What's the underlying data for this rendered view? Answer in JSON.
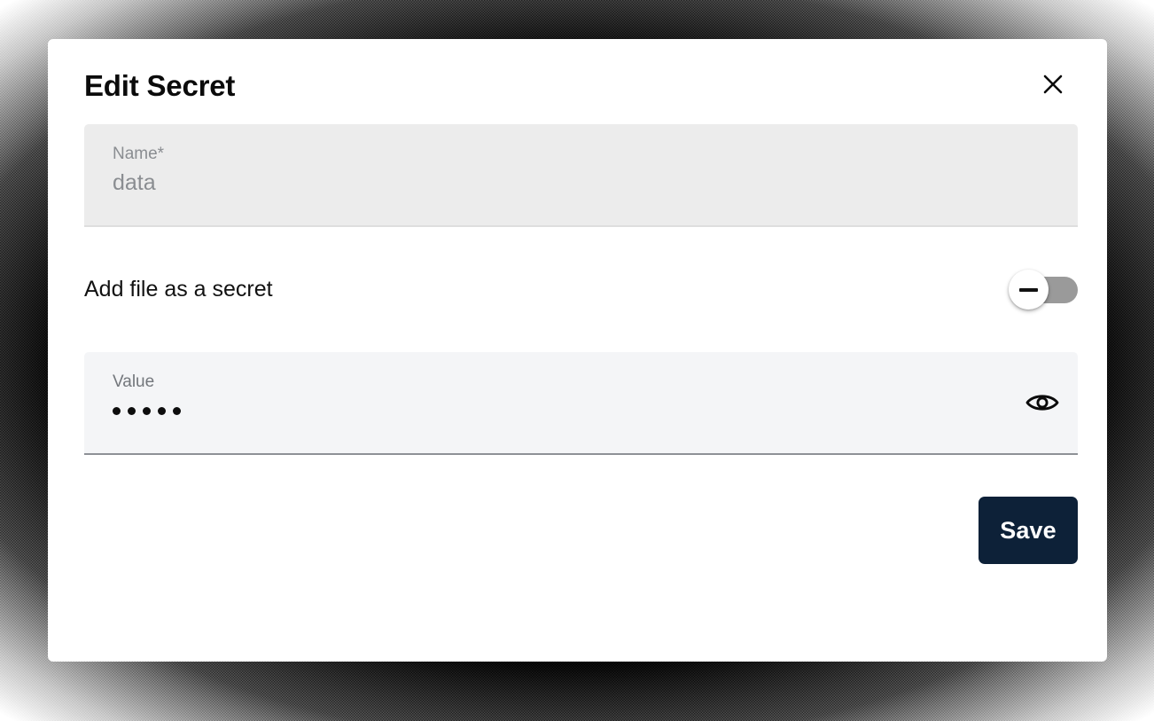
{
  "dialog": {
    "title": "Edit Secret",
    "close_icon": "close-icon",
    "close_label": "Close"
  },
  "fields": {
    "name": {
      "label": "Name*",
      "value": "data",
      "placeholder": "Name*",
      "disabled": true
    },
    "value": {
      "label": "Value",
      "masked_value": "•••••",
      "mask_dot_count": 5,
      "placeholder": "Value",
      "visibility_icon": "eye-icon",
      "visibility_label": "Show value"
    }
  },
  "toggle": {
    "label": "Add file as a secret",
    "state": "off",
    "knob_icon": "minus-icon"
  },
  "footer": {
    "save_label": "Save"
  },
  "colors": {
    "accent": "#0d2138",
    "disabled_field_bg": "#ececec",
    "value_field_bg": "#f4f5f7",
    "value_field_underline": "#8e9196",
    "switch_track": "#9a9a9a",
    "label_text": "#8a8d91",
    "title_text": "#0b0b0b"
  }
}
